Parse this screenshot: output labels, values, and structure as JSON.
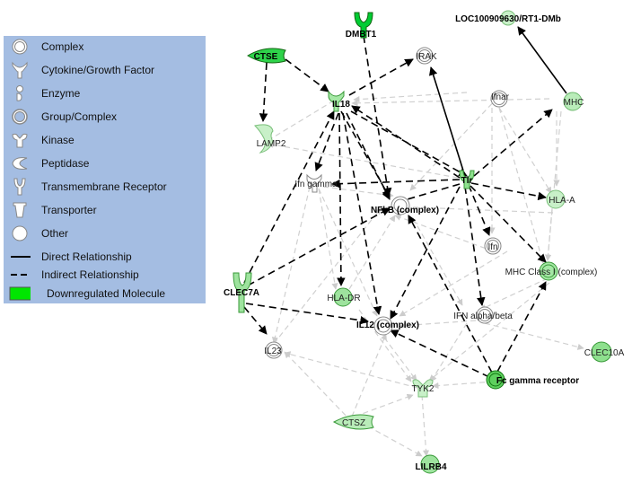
{
  "legend": {
    "items": [
      {
        "label": "Complex",
        "icon": "complex-icon"
      },
      {
        "label": "Cytokine/Growth Factor",
        "icon": "cytokine-icon"
      },
      {
        "label": "Enzyme",
        "icon": "enzyme-icon"
      },
      {
        "label": "Group/Complex",
        "icon": "group-complex-icon"
      },
      {
        "label": "Kinase",
        "icon": "kinase-icon"
      },
      {
        "label": "Peptidase",
        "icon": "peptidase-icon"
      },
      {
        "label": "Transmembrane Receptor",
        "icon": "transmembrane-receptor-icon"
      },
      {
        "label": "Transporter",
        "icon": "transporter-icon"
      },
      {
        "label": "Other",
        "icon": "other-icon"
      },
      {
        "label": "Direct Relationship",
        "icon": "solid-line-icon"
      },
      {
        "label": "Indirect Relationship",
        "icon": "dashed-line-icon"
      },
      {
        "label": "Downregulated Molecule",
        "icon": "green-swatch-icon"
      }
    ]
  },
  "colors": {
    "legend_bg": "#a4bde2",
    "downregulated": "#00e600",
    "light_green": "#c8f0c8",
    "mid_green": "#8ee08e"
  },
  "nodes": {
    "dmbt1": "DMBT1",
    "loc": "LOC100909630/RT1-DMb",
    "ctse": "CTSE",
    "irak": "IRAK",
    "il18": "IL18",
    "ifnar": "Ifnar",
    "mhc": "MHC",
    "lamp2": "LAMP2",
    "ifngamma": "Ifn gamma",
    "tlr": "Tlr",
    "nfkb": "NFkB (complex)",
    "hlaa": "HLA-A",
    "ifn": "Ifn",
    "mhc1": "MHC Class I (complex)",
    "clec7a": "CLEC7A",
    "hladr": "HLA-DR",
    "il12": "IL12 (complex)",
    "ifnab": "IFN alpha/beta",
    "il23": "IL23",
    "clec10a": "CLEC10A",
    "fcg": "Fc gamma receptor",
    "tyk2": "TYK2",
    "ctsz": "CTSZ",
    "lilrb4": "LILRB4"
  }
}
